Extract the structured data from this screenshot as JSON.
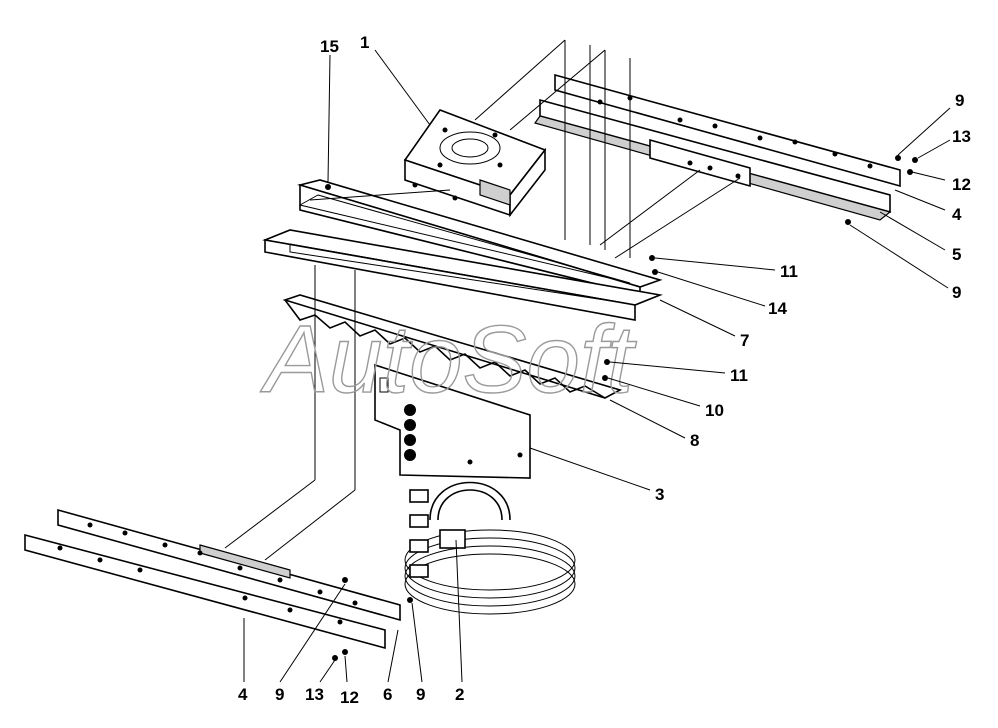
{
  "watermark": "AutoSoft",
  "callouts": {
    "c1": "1",
    "c2": "2",
    "c3": "3",
    "c4a": "4",
    "c4b": "4",
    "c5": "5",
    "c6": "6",
    "c7": "7",
    "c8": "8",
    "c9a": "9",
    "c9b": "9",
    "c9c": "9",
    "c9d": "9",
    "c10": "10",
    "c11a": "11",
    "c11b": "11",
    "c12a": "12",
    "c12b": "12",
    "c13a": "13",
    "c13b": "13",
    "c14": "14",
    "c15": "15"
  }
}
